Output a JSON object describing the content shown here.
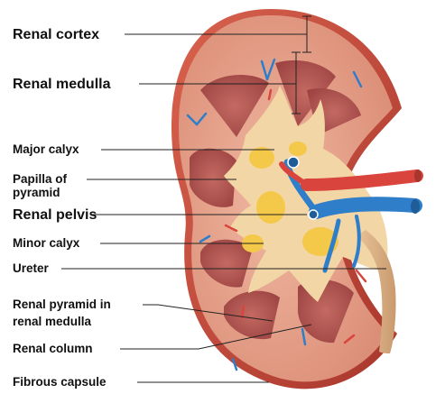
{
  "labels": {
    "renal_cortex": "Renal cortex",
    "renal_medulla": "Renal medulla",
    "major_calyx": "Major calyx",
    "papilla_line1": "Papilla of",
    "papilla_line2": "pyramid",
    "renal_pelvis": "Renal pelvis",
    "minor_calyx": "Minor calyx",
    "ureter": "Ureter",
    "renal_pyramid_line1": "Renal pyramid in",
    "renal_pyramid_line2": "renal medulla",
    "renal_column": "Renal column",
    "fibrous_capsule": "Fibrous capsule"
  },
  "colors": {
    "cortex": "#e6a38f",
    "capsule": "#c9493c",
    "pyramid": "#b85a57",
    "calyx": "#f3d6a6",
    "fat": "#f4c848",
    "artery": "#d9453c",
    "vein": "#2f7ec9"
  }
}
